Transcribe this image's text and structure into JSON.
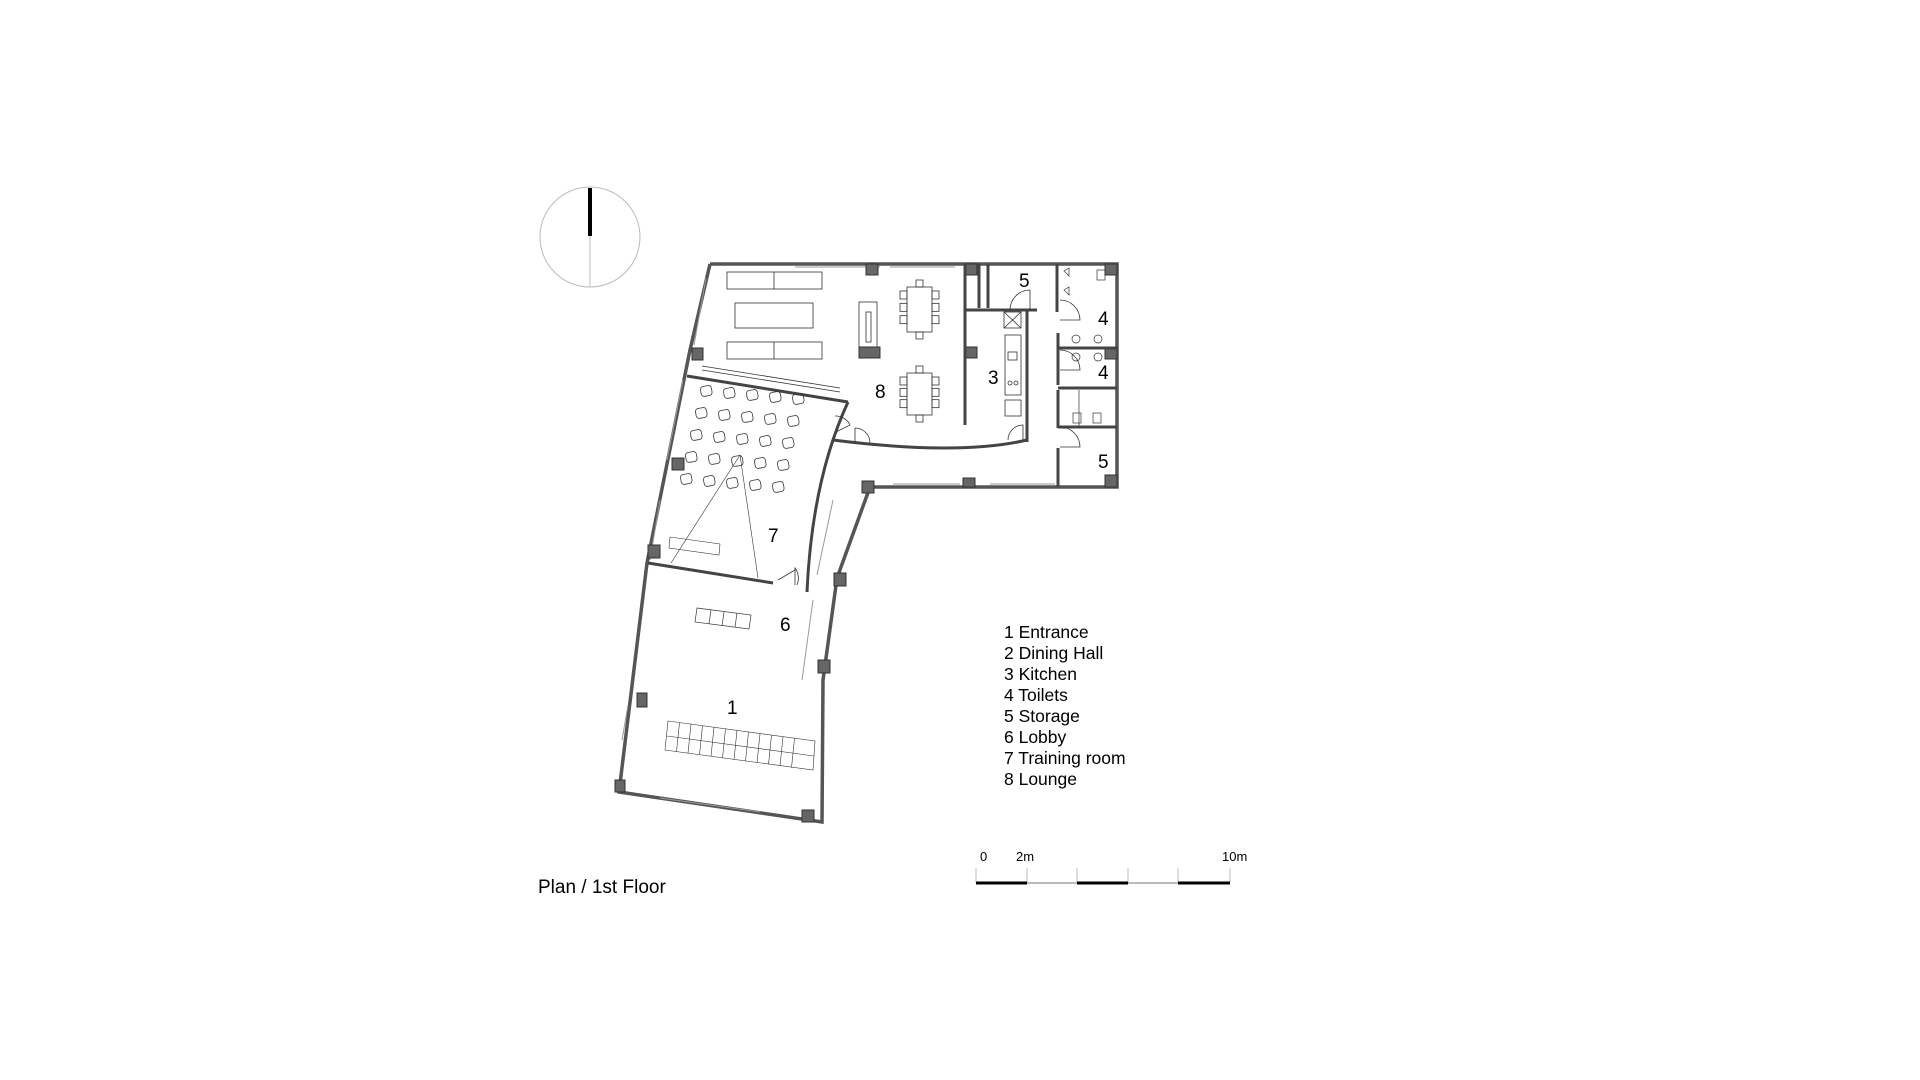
{
  "title": "Plan / 1st Floor",
  "room_numbers": {
    "entrance": "1",
    "kitchen": "3",
    "toilets_a": "4",
    "toilets_b": "4",
    "storage_a": "5",
    "storage_b": "5",
    "lobby": "6",
    "training_room": "7",
    "lounge": "8"
  },
  "legend": [
    "1 Entrance",
    "2 Dining Hall",
    "3 Kitchen",
    "4 Toilets",
    "5 Storage",
    "6 Lobby",
    "7 Training room",
    "8 Lounge"
  ],
  "scale_bar": {
    "start": "0",
    "mid": "2m",
    "end": "10m"
  },
  "colors": {
    "wall": "#555555",
    "line": "#222222",
    "column": "#666666"
  }
}
